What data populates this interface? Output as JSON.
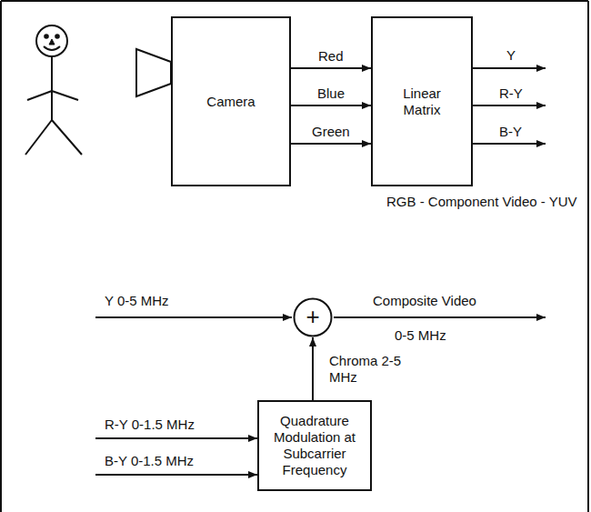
{
  "diagram": {
    "nodes": [
      {
        "text": [
          "Camera"
        ]
      },
      {
        "text": [
          "Linear Matrix"
        ]
      },
      {
        "text": [
          "+"
        ]
      },
      {
        "text": [
          "Quadrature Modulation at Subcarrier Frequency"
        ]
      }
    ],
    "edges": [
      {
        "from": 0,
        "to": 1,
        "label": "Red",
        "arrow": "to"
      },
      {
        "from": 0,
        "to": 1,
        "label": "Blue",
        "arrow": "to"
      },
      {
        "from": 0,
        "to": 1,
        "label": "Green",
        "arrow": "to"
      },
      {
        "from": 3,
        "to": 2,
        "label": "Chroma 2-5 MHz",
        "arrow": "to"
      }
    ],
    "labels": [
      "Y",
      "R-Y",
      "B-Y",
      "RGB - Component Video - YUV",
      "Y 0-5 MHz",
      "Composite Video",
      "0-5 MHz",
      "R-Y 0-1.5 MHz",
      "B-Y 0-1.5 MHz"
    ]
  }
}
